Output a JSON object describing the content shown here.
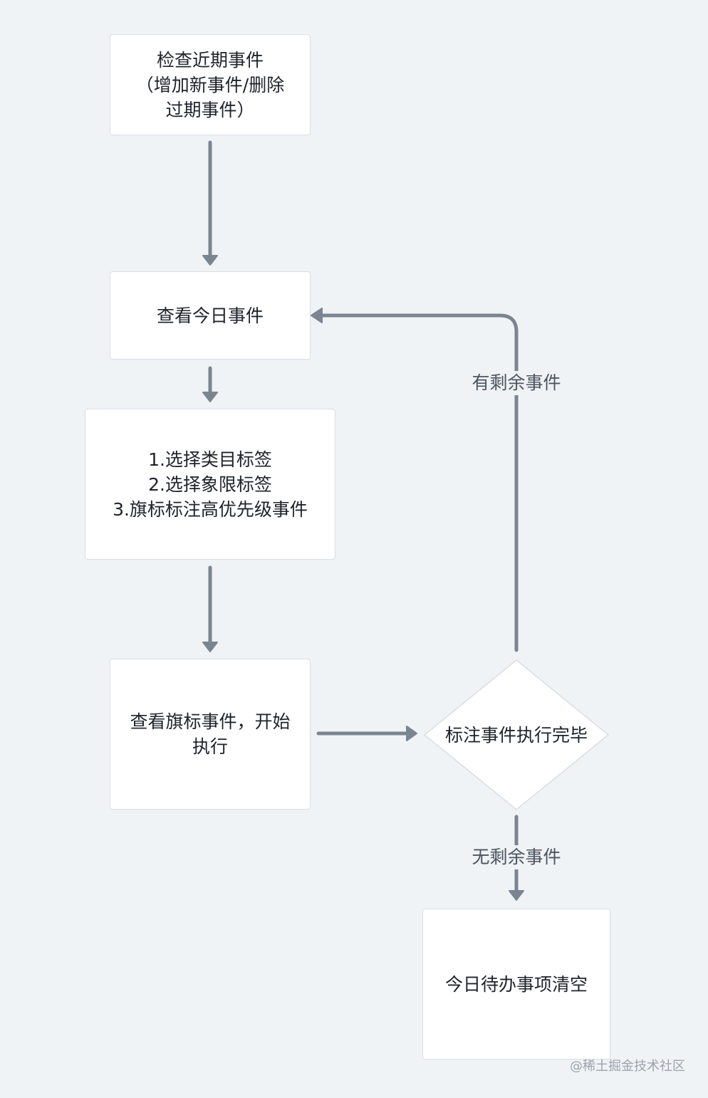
{
  "diagram": {
    "nodes": {
      "check_recent": "检查近期事件\n（增加新事件/删除\n过期事件）",
      "view_today": "查看今日事件",
      "tag_steps": "1.选择类目标签\n2.选择象限标签\n3.旗标标注高优先级事件",
      "execute_flagged": "查看旗标事件，开始\n执行",
      "mark_done": "标注事件执行完毕",
      "clear_today": "今日待办事项清空"
    },
    "edge_labels": {
      "has_remaining": "有剩余事件",
      "no_remaining": "无剩余事件"
    },
    "colors": {
      "background": "#f0f3f6",
      "node_fill": "#ffffff",
      "node_border": "#d9dee4",
      "edge": "#7a8591",
      "text": "#1f2329"
    }
  },
  "watermark": "@稀土掘金技术社区"
}
